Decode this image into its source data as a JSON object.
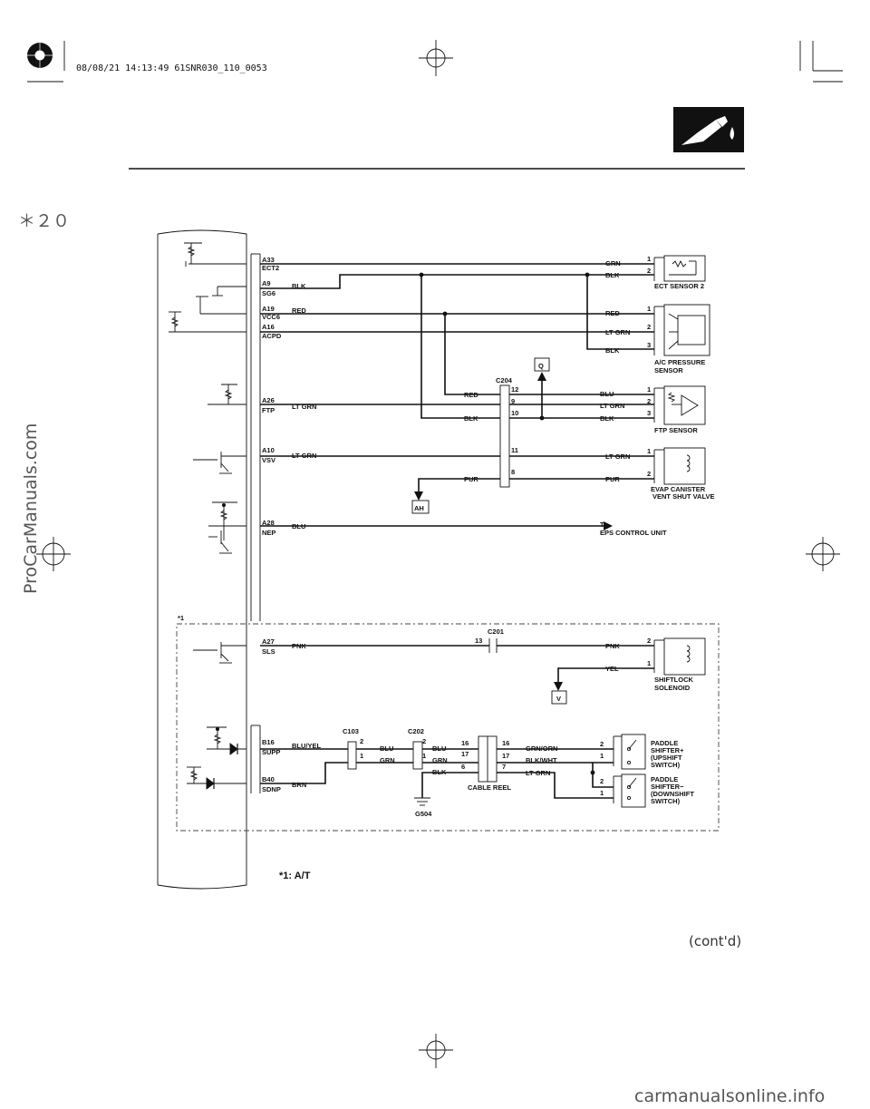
{
  "header": {
    "stamp": "08/08/21 14:13:49 61SNR030_110_0053",
    "side_mark": "＊２０",
    "footer": "(cont'd)",
    "watermark_side": "ProCarManuals.com",
    "watermark_bottom": "carmanualsonline.info"
  },
  "ecm_pins": [
    {
      "pin": "A33",
      "name": "ECT2"
    },
    {
      "pin": "A9",
      "name": "SG6"
    },
    {
      "pin": "A19",
      "name": "VCC6"
    },
    {
      "pin": "A16",
      "name": "ACPD"
    },
    {
      "pin": "A26",
      "name": "FTP"
    },
    {
      "pin": "A10",
      "name": "VSV"
    },
    {
      "pin": "A28",
      "name": "NEP"
    },
    {
      "pin": "A27",
      "name": "SLS"
    },
    {
      "pin": "B16",
      "name": "SUPP"
    },
    {
      "pin": "B40",
      "name": "SDNP"
    }
  ],
  "wires_left": [
    "BLK",
    "RED",
    "LT GRN",
    "LT GRN",
    "BLU",
    "PNK",
    "BLU/YEL",
    "BRN"
  ],
  "wires_right": [
    "GRN",
    "BLK",
    "RED",
    "LT GRN",
    "BLK",
    "BLU",
    "LT GRN",
    "BLK",
    "LT GRN",
    "PUR",
    "PNK",
    "YEL",
    "GRN/ORN",
    "BLK/WHT",
    "LT GRN"
  ],
  "wires_mid": [
    "RED",
    "BLK",
    "PUR",
    "BLU",
    "GRN",
    "BLU",
    "GRN",
    "BLK"
  ],
  "pin_numbers": [
    "1",
    "2",
    "1",
    "2",
    "3",
    "1",
    "2",
    "3",
    "1",
    "2",
    "2",
    "1",
    "2",
    "1",
    "2",
    "1"
  ],
  "connectors": {
    "c204": {
      "label": "C204",
      "pins": [
        "12",
        "9",
        "10",
        "11",
        "8"
      ]
    },
    "c201": {
      "label": "C201",
      "pin": "13"
    },
    "c103": {
      "label": "C103",
      "pins": [
        "2",
        "1"
      ]
    },
    "c202": {
      "label": "C202",
      "pins": [
        "2",
        "1"
      ]
    },
    "cable_reel": {
      "label": "CABLE REEL",
      "pins_left": [
        "16",
        "17",
        "6"
      ],
      "pins_right": [
        "16",
        "17",
        "7"
      ]
    },
    "ground": "G504"
  },
  "refs": [
    "Q",
    "AH",
    "V"
  ],
  "components": {
    "ect2": "ECT SENSOR 2",
    "acp1": "A/C PRESSURE",
    "acp2": "SENSOR",
    "ftp": "FTP SENSOR",
    "evap1": "EVAP CANISTER",
    "evap2": "VENT SHUT VALVE",
    "eps1": "To",
    "eps2": "EPS CONTROL UNIT",
    "sls1": "SHIFTLOCK",
    "sls2": "SOLENOID",
    "up": [
      "PADDLE",
      "SHIFTER+",
      "(UPSHIFT",
      "SWITCH)"
    ],
    "dn": [
      "PADDLE",
      "SHIFTER−",
      "(DOWNSHIFT",
      "SWITCH)"
    ]
  },
  "notes": {
    "star": "*1",
    "legend": "*1: A/T"
  }
}
